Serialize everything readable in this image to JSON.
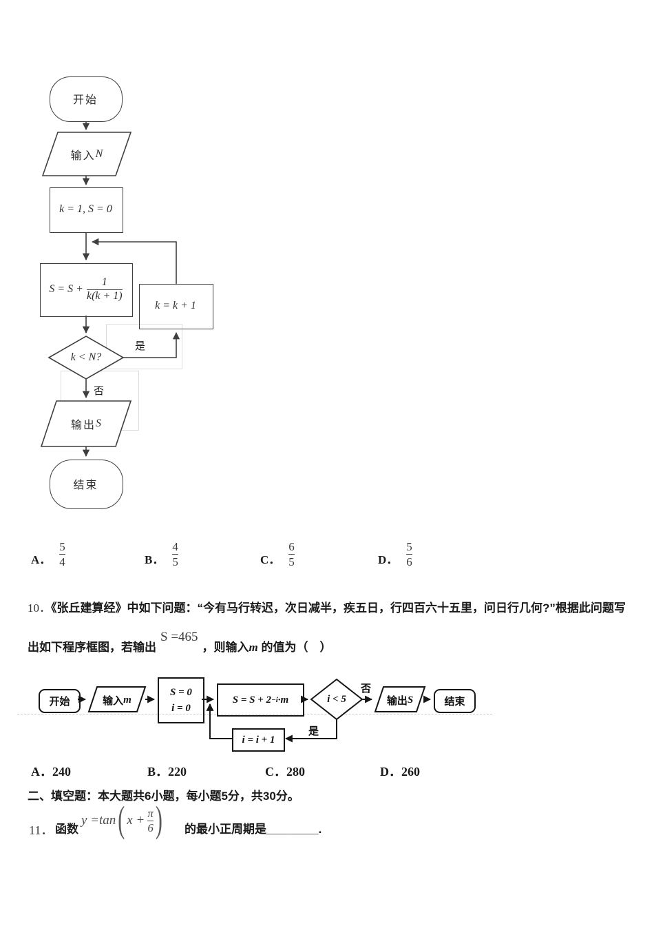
{
  "flowchart1": {
    "start": "开始",
    "input_prefix": "输入",
    "input_var": "N",
    "init": "k = 1, S = 0",
    "compute_lhs": "S = S +",
    "compute_num": "1",
    "compute_den": "k(k + 1)",
    "decision": "k < N?",
    "loop_box": "k = k + 1",
    "yes": "是",
    "no": "否",
    "output_prefix": "输出",
    "output_var": "S",
    "end": "结束"
  },
  "question9_options": [
    {
      "label": "A．",
      "num": "5",
      "den": "4"
    },
    {
      "label": "B．",
      "num": "4",
      "den": "5"
    },
    {
      "label": "C．",
      "num": "6",
      "den": "5"
    },
    {
      "label": "D．",
      "num": "5",
      "den": "6"
    }
  ],
  "question10": {
    "number": "10．",
    "line1": "《张丘建算经》中如下问题：“今有马行转迟，次日减半，疾五日，行四百六十五里，问日行几何?”根据此问题写",
    "line2_pre": "出如下程序框图，若输出",
    "line2_formula": "S =465",
    "line2_mid": "，则输入",
    "line2_var": "m",
    "line2_end": "的值为（　）",
    "options": [
      {
        "label": "A．",
        "value": "240"
      },
      {
        "label": "B．",
        "value": "220"
      },
      {
        "label": "C．",
        "value": "280"
      },
      {
        "label": "D．",
        "value": "260"
      }
    ]
  },
  "flowchart2": {
    "start": "开始",
    "input_prefix": "输入",
    "input_var": "m",
    "init_line1": "S = 0",
    "init_line2": "i = 0",
    "compute_base": "S = S + 2",
    "compute_sup": "−i",
    "compute_tail": "·m",
    "decision": "i < 5",
    "no": "否",
    "yes": "是",
    "loop": "i = i + 1",
    "output_prefix": "输出",
    "output_var": "S",
    "end": "结束"
  },
  "section2_header": "二、填空题：本大题共6小题，每小题5分，共30分。",
  "question11": {
    "number": "11．",
    "pre": "函数",
    "f_lhs": "y =tan",
    "f_x": "x +",
    "f_num": "π",
    "f_den": "6",
    "post": "的最小正周期是________."
  }
}
